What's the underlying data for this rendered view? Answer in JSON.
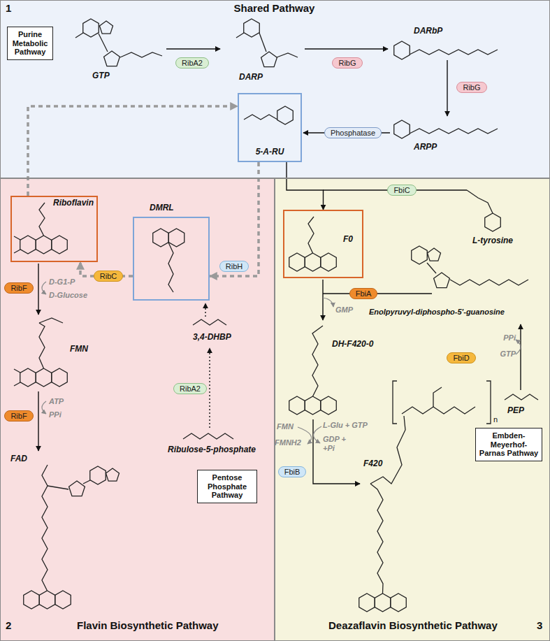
{
  "diagram": {
    "nodes": [
      {
        "text": [
          "1",
          "Shared Pathway"
        ]
      },
      {
        "text": [
          "Purine Metabolic Pathway"
        ],
        "in": 0
      },
      {
        "text": [
          "RibA2"
        ],
        "in": 0
      },
      {
        "text": [
          "RibG"
        ],
        "in": 0
      },
      {
        "text": [
          "RibG"
        ],
        "in": 0
      },
      {
        "text": [
          "Phosphatase"
        ],
        "in": 0
      },
      {
        "text": [
          "5-A-RU"
        ],
        "in": 0
      },
      {
        "text": [
          "2",
          "Flavin Biosynthetic Pathway"
        ]
      },
      {
        "text": [
          "Riboflavin"
        ],
        "in": 7
      },
      {
        "text": [
          "DMRL"
        ],
        "in": 7
      },
      {
        "text": [
          "RibC"
        ],
        "in": 7
      },
      {
        "text": [
          "RibH"
        ],
        "in": 7
      },
      {
        "text": [
          "RibF"
        ],
        "in": 7
      },
      {
        "text": [
          "RibF"
        ],
        "in": 7
      },
      {
        "text": [
          "RibA2"
        ],
        "in": 7
      },
      {
        "text": [
          "Pentose Phosphate Pathway"
        ],
        "in": 7
      },
      {
        "text": [
          "Deazaflavin Biosynthetic Pathway",
          "3"
        ]
      },
      {
        "text": [
          "FbiC"
        ],
        "in": 16
      },
      {
        "text": [
          "F0"
        ],
        "in": 16
      },
      {
        "text": [
          "FbiA"
        ],
        "in": 16
      },
      {
        "text": [
          "FbiD"
        ],
        "in": 16
      },
      {
        "text": [
          "Embden-Meyerhof-Parnas Pathway"
        ],
        "in": 16
      },
      {
        "text": [
          "FbiB"
        ],
        "in": 16
      }
    ],
    "edges": [
      {
        "from": 6,
        "to": 18,
        "arrow": "to"
      },
      {
        "from": 6,
        "to": 9,
        "arrow": "to"
      },
      {
        "from": 9,
        "to": 8,
        "arrow": "to"
      },
      {
        "from": 8,
        "to": 6,
        "arrow": "to"
      }
    ],
    "labels": [
      "GTP",
      "DARP",
      "DARbP",
      "ARPP",
      "FMN",
      "FAD",
      "D-G1-P",
      "D-Glucose",
      "ATP",
      "PPi",
      "3,4-DHBP",
      "Ribulose-5-phosphate",
      "L-tyrosine",
      "GMP",
      "Enolpyruvyl-diphospho-5'-guanosine",
      "DH-F420-0",
      "PPi",
      "GTP",
      "PEP",
      "FMN",
      "L-Glu + GTP",
      "FMNH2",
      "GDP + +Pi",
      "F420",
      "n"
    ]
  }
}
